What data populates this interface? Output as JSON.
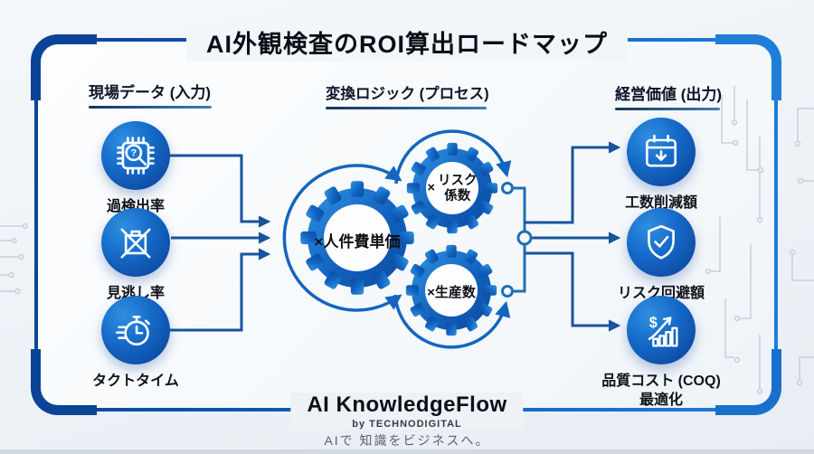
{
  "title": "AI外観検査のROI算出ロードマップ",
  "input_column": {
    "header": "現場データ (入力)",
    "items": [
      {
        "label": "過検出率",
        "icon": "chip-search-icon"
      },
      {
        "label": "見逃し率",
        "icon": "missed-box-icon"
      },
      {
        "label": "タクトタイム",
        "icon": "stopwatch-icon"
      }
    ]
  },
  "process_column": {
    "header": "変換ロジック (プロセス)",
    "main_gear": {
      "label": "×人件費単価"
    },
    "top_gear": {
      "prefix": "×",
      "line1": "リスク",
      "line2": "係数"
    },
    "bottom_gear": {
      "label": "×生産数"
    }
  },
  "output_column": {
    "header": "経営価値 (出力)",
    "items": [
      {
        "label": "工数削減額",
        "icon": "calendar-down-icon"
      },
      {
        "label": "リスク回避額",
        "icon": "shield-check-icon"
      },
      {
        "label": "品質コスト (COQ)",
        "label2": "最適化",
        "icon": "dollar-growth-icon"
      }
    ]
  },
  "footer": {
    "brand": "AI KnowledgeFlow",
    "byline": "by TECHNODIGITAL",
    "tagline": "AIで 知識をビジネスへ。"
  },
  "colors": {
    "frame_dark": "#0a4496",
    "frame_light": "#1e7ed8",
    "icon_circle": "#1468c6",
    "connector": "#17549d",
    "gear_light": "#2f93e4",
    "gear_dark": "#0b4aa0"
  }
}
